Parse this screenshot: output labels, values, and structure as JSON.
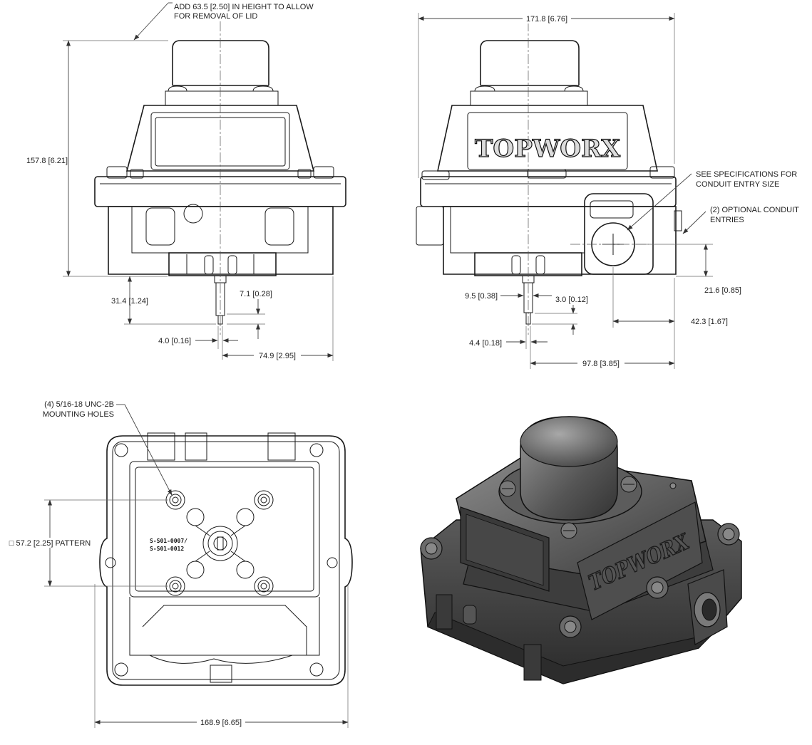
{
  "labels": {
    "lid_note_line1": "ADD 63.5 [2.50] IN HEIGHT TO ALLOW",
    "lid_note_line2": "FOR REMOVAL OF LID",
    "overall_height": "157.8 [6.21]",
    "shaft_length": "31.4 [1.24]",
    "shaft_flat": "7.1 [0.28]",
    "shaft_slot_front": "4.0 [0.16]",
    "shaft_offset_front": "74.9 [2.95]",
    "overall_width_side": "171.8 [6.76]",
    "spec_note_line1": "SEE SPECIFICATIONS FOR",
    "spec_note_line2": "CONDUIT ENTRY SIZE",
    "optional_note_line1": "(2) OPTIONAL CONDUIT",
    "optional_note_line2": "ENTRIES",
    "conduit_height": "21.6 [0.85]",
    "conduit_offset": "42.3 [1.67]",
    "shaft_dia_side": "9.5 [0.38]",
    "shaft_flat_side": "3.0 [0.12]",
    "shaft_slot_side": "4.4 [0.18]",
    "shaft_offset_side": "97.8 [3.85]",
    "mounting_holes_line1": "(4) 5/16-18 UNC-2B",
    "mounting_holes_line2": "MOUNTING HOLES",
    "bolt_pattern": "□ 57.2 [2.25] PATTERN",
    "part_number_line1": "S-S01-0007/",
    "part_number_line2": "S-S01-0012",
    "overall_width_bottom": "168.9 [6.65]"
  },
  "brand": {
    "logo_text": "TOPWORX"
  },
  "colors": {
    "ink": "#1a1a1a",
    "body_3d": "#4a4a4a",
    "paper": "#ffffff"
  }
}
